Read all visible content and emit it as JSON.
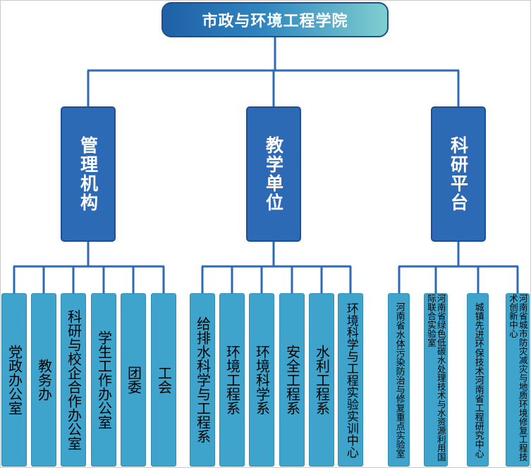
{
  "colors": {
    "line": "#2c6ab5",
    "root_gradient_start": "#1f5fa6",
    "root_gradient_end": "#7fcfcf",
    "category_fill": "#2c6ab5",
    "leaf_fill": "#3fa4cc"
  },
  "root": {
    "title": "市政与环境工程学院"
  },
  "categories": [
    {
      "label": "管理机构",
      "children": [
        "党政办公室",
        "教务办",
        "科研与校企合作办公室",
        "学生工作办公室",
        "团委",
        "工会"
      ]
    },
    {
      "label": "教学单位",
      "children": [
        "给排水科学与工程系",
        "环境工程系",
        "环境科学系",
        "安全工程系",
        "水利工程系",
        "环境科学与工程实验实训中心"
      ]
    },
    {
      "label": "科研平台",
      "children": [
        "河南省水体污染防治与修复重点实验室",
        "河南省绿色低碳水处理技术与水资源利用国际联合实验室",
        "城镇先进环保技术河南省工程研究中心",
        "河南省城市防灾减灾与地质环境修复工程技术创新中心"
      ]
    }
  ]
}
